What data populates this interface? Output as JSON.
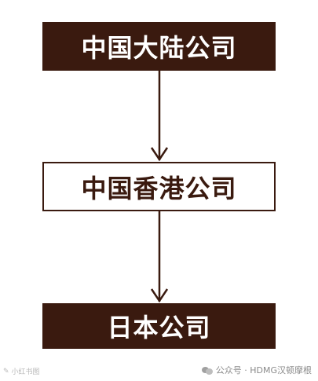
{
  "diagram": {
    "nodes": [
      {
        "label": "中国大陆公司"
      },
      {
        "label": "中国香港公司"
      },
      {
        "label": "日本公司"
      }
    ]
  },
  "watermark": {
    "left_text": "小红书图",
    "right_text": "公众号 · HDMG汉顿摩根"
  },
  "colors": {
    "dark_fill": "#3a1a0f",
    "line": "#3a1a0f"
  }
}
